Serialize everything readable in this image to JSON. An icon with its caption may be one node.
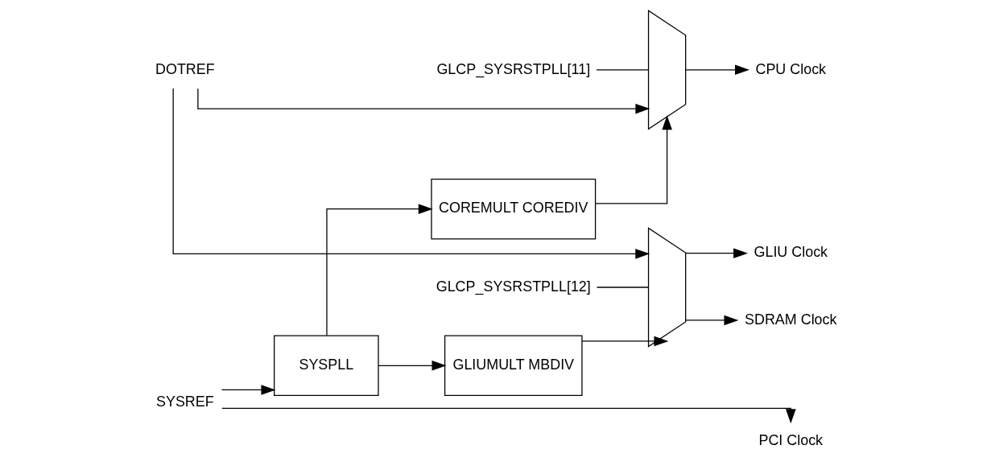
{
  "diagram": {
    "nodes": [
      {
        "text": [
          "DOTREF"
        ]
      },
      {
        "text": [
          "SYSREF"
        ]
      },
      {
        "text": [
          "SYSPLL"
        ]
      },
      {
        "text": [
          "COREMULT COREDIV"
        ]
      },
      {
        "text": [
          "GLIUMULT MBDIV"
        ]
      },
      {
        "text": [],
        "shape": "trapezoid"
      },
      {
        "text": [],
        "shape": "trapezoid"
      },
      {
        "text": [
          "GLCP_SYSRSTPLL[11]"
        ]
      },
      {
        "text": [
          "GLCP_SYSRSTPLL[12]"
        ]
      },
      {
        "text": [
          "PCI Clock"
        ]
      },
      {
        "text": [
          "CPU Clock"
        ]
      },
      {
        "text": [
          "GLIU Clock"
        ]
      },
      {
        "text": [
          "SDRAM Clock"
        ]
      }
    ],
    "edges": [
      {
        "from": 1,
        "to": 9,
        "arrow": "to"
      },
      {
        "from": 1,
        "to": 2,
        "arrow": "to"
      },
      {
        "from": 0,
        "to": 5,
        "arrow": "to"
      },
      {
        "from": 0,
        "to": 6,
        "arrow": "to"
      },
      {
        "from": 2,
        "to": 3,
        "arrow": "to"
      },
      {
        "from": 2,
        "to": 4,
        "arrow": "to"
      },
      {
        "from": 3,
        "to": 5,
        "arrow": "to"
      },
      {
        "from": 4,
        "to": 6,
        "arrow": "to"
      },
      {
        "from": 7,
        "to": 5,
        "arrow": "none"
      },
      {
        "from": 8,
        "to": 6,
        "arrow": "none"
      },
      {
        "from": 5,
        "to": 10,
        "arrow": "to"
      },
      {
        "from": 6,
        "to": 11,
        "arrow": "to"
      },
      {
        "from": 6,
        "to": 12,
        "arrow": "to"
      }
    ]
  }
}
